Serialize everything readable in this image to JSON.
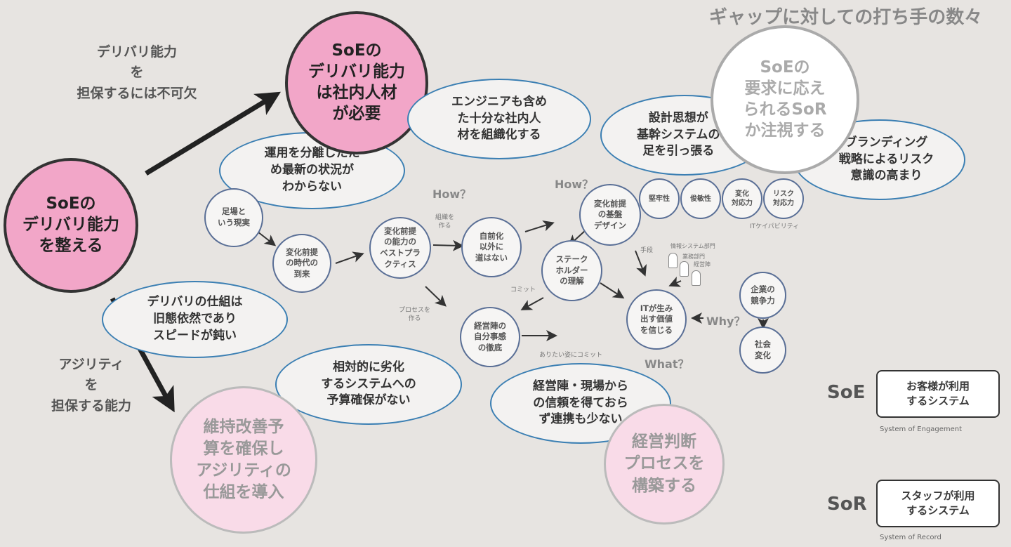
{
  "title": "ギャップに対しての打ち手の数々",
  "side_top": "デリバリ能力\nを\n担保するには不可欠",
  "side_bottom": "アジリティ\nを\n担保する能力",
  "pink": {
    "main": "SoEの\nデリバリ能力\nを整える",
    "talent": "SoEの\nデリバリ能力\nは社内人材\nが必要"
  },
  "light_pink": {
    "budget": "維持改善予\n算を確保し\nアジリティの\n仕組を導入",
    "process": "経営判断\nプロセスを\n構築する"
  },
  "white": {
    "sor": "SoEの\n要求に応え\nられるSoR\nか注視する"
  },
  "ellipses": {
    "ops": "運用を分離したた\nめ最新の状況が\nわからない",
    "eng": "エンジニアも含め\nた十分な社内人\n材を組織化する",
    "design": "設計思想が\n基幹システムの\n足を引っ張る",
    "brand": "ブランディング\n戦略によるリスク\n意識の高まり",
    "delivery": "デリバリの仕組は\n旧態依然であり\nスピードが鈍い",
    "budget": "相対的に劣化\nするシステムへの\n予算確保がない",
    "trust": "経営陣・現場から\nの信頼を得ておら\nず連携も少ない"
  },
  "nodes": {
    "scaffold": "足場と\nいう現実",
    "era": "変化前提\nの時代の\n到来",
    "best": "変化前提\nの能力の\nベストプラ\nクティス",
    "inhouse": "自前化\n以外に\n道はない",
    "base": "変化前提\nの基盤\nデザイン",
    "stake": "ステーク\nホルダー\nの理解",
    "mgmt": "経営陣の\n自分事感\nの徹底",
    "value": "ITが生み\n出す価値\nを信じる",
    "compete": "企業の\n競争力",
    "society": "社会\n変化"
  },
  "capabilities": [
    "堅牢性",
    "俊敏性",
    "変化\n対応力",
    "リスク\n対応力"
  ],
  "capability_label": "ITケイパビリティ",
  "labels": {
    "org": "組織を\n作る",
    "proc": "プロセスを\n作る",
    "commit": "コミット",
    "means": "手段",
    "ideal": "ありたい姿にコミット",
    "how1": "How？",
    "how2": "How？",
    "what": "What？",
    "why": "Why？"
  },
  "people": [
    "情報システム部門",
    "業務部門",
    "経営陣"
  ],
  "legend": [
    {
      "key": "SoE",
      "desc": "お客様が利用\nするシステム",
      "full": "System of Engagement"
    },
    {
      "key": "SoR",
      "desc": "スタッフが利用\nするシステム",
      "full": "System of Record"
    }
  ]
}
